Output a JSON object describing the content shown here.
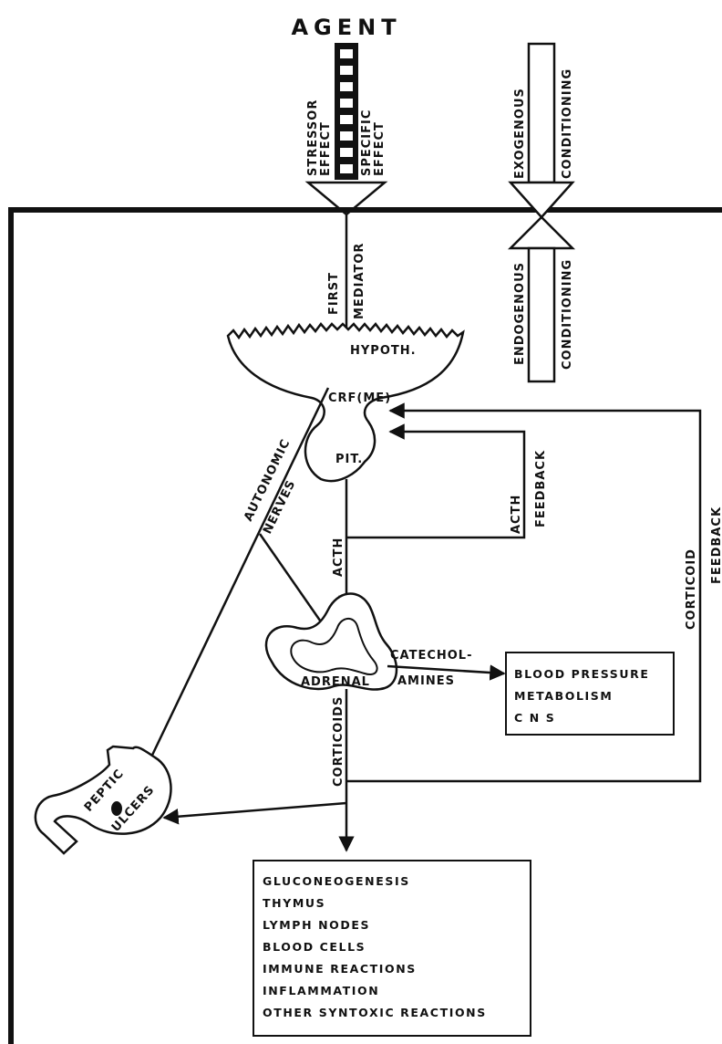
{
  "agent": "AGENT",
  "stressor_effect": [
    "STRESSOR",
    "EFFECT"
  ],
  "specific_effect": [
    "SPECIFIC",
    "EFFECT"
  ],
  "exogenous": "EXOGENOUS",
  "conditioning": "CONDITIONING",
  "endogenous": "ENDOGENOUS",
  "first_mediator": [
    "FIRST",
    "MEDIATOR"
  ],
  "hypoth": "HYPOTH.",
  "crf": "CRF(ME)",
  "pit": "PIT.",
  "autonomic_nerves": [
    "AUTONOMIC",
    "NERVES"
  ],
  "acth": "ACTH",
  "acth_feedback": [
    "ACTH",
    "FEEDBACK"
  ],
  "corticoid_feedback": [
    "CORTICOID",
    "FEEDBACK"
  ],
  "adrenal": "ADRENAL",
  "catecholamines": [
    "CATECHOL-",
    "AMINES"
  ],
  "corticoids": "CORTICOIDS",
  "peptic_ulcers": [
    "PEPTIC",
    "ULCERS"
  ],
  "catechol_targets": [
    "BLOOD  PRESSURE",
    "METABOLISM",
    "C N S"
  ],
  "corticoid_targets": [
    "GLUCONEOGENESIS",
    "THYMUS",
    "LYMPH  NODES",
    "BLOOD  CELLS",
    "IMMUNE  REACTIONS",
    "INFLAMMATION",
    "OTHER SYNTOXIC REACTIONS"
  ]
}
